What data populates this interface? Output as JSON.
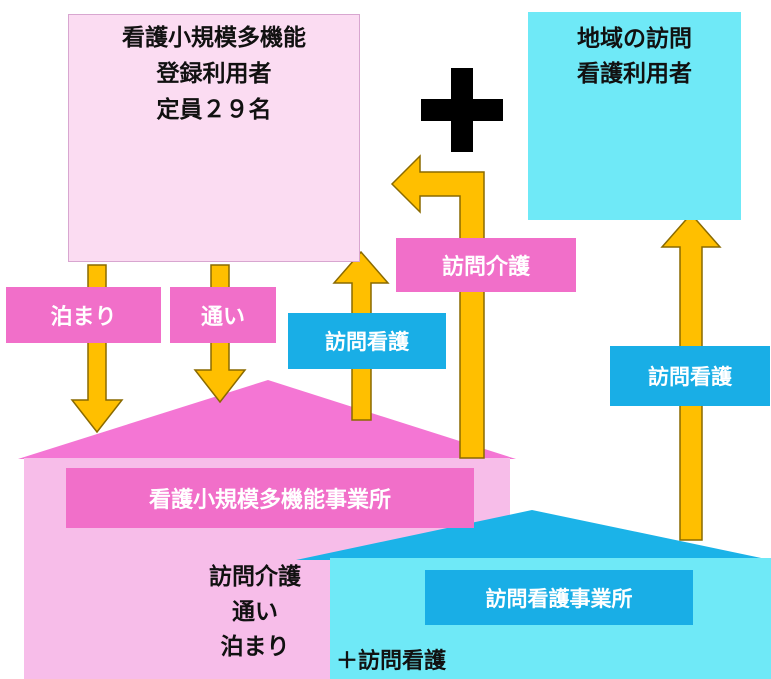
{
  "registered_users": {
    "lines": [
      "看護小規模多機能",
      "登録利用者",
      "定員２９名"
    ]
  },
  "community_users": {
    "lines": [
      "地域の訪問",
      "看護利用者"
    ]
  },
  "flows": {
    "stay": "泊まり",
    "day_visit": "通い",
    "home_care_visit": "訪問介護",
    "nursing_visit_left": "訪問看護",
    "nursing_visit_right": "訪問看護"
  },
  "facilities": {
    "small_multi_function": "看護小規模多機能事業所",
    "nursing_station": "訪問看護事業所",
    "pink_services": [
      "訪問介護",
      "通い",
      "泊まり"
    ],
    "plus_nursing": "＋訪問看護"
  },
  "colors": {
    "pink_label": "#f16fc9",
    "pink_light": "#fbdcf2",
    "pink_building": "#f7bde9",
    "blue_label": "#19aee6",
    "cyan_box": "#6fe9f7",
    "arrow_yellow": "#ffbf00"
  },
  "icons": {
    "plus": "plus-icon",
    "elderly_couple": "elderly-couple-icon",
    "elderly_couple_smiling": "elderly-couple-smiling-icon"
  }
}
